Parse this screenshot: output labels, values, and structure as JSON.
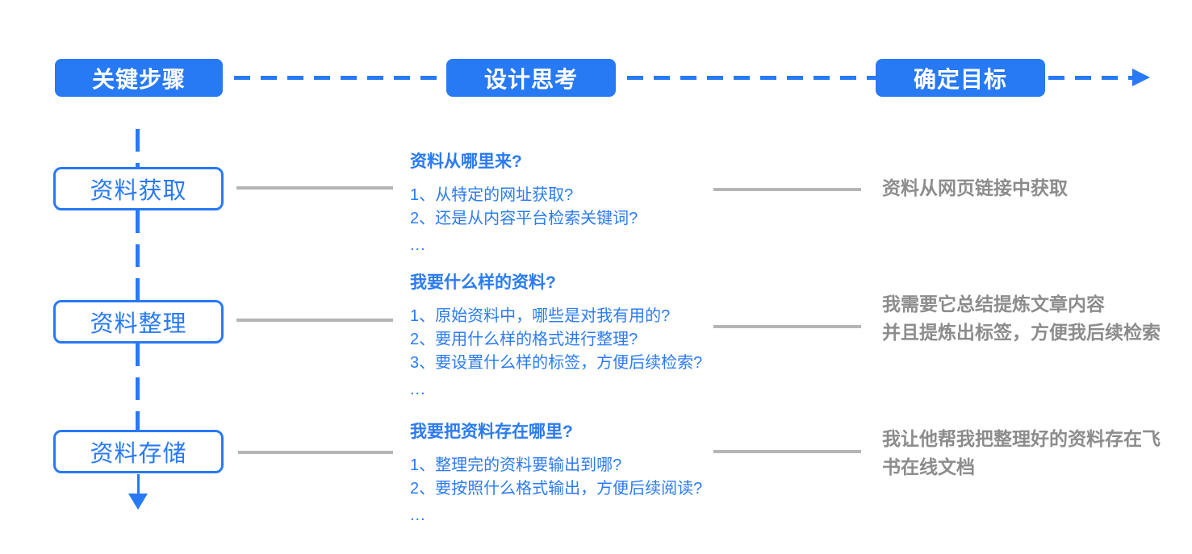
{
  "colors": {
    "accent_blue": "#2879F4",
    "connector_gray": "#B5B5B5",
    "goal_text_gray": "#8C8C8C",
    "background": "#FFFFFF"
  },
  "header": {
    "columns": [
      "关键步骤",
      "设计思考",
      "确定目标"
    ]
  },
  "rows": [
    {
      "step": "资料获取",
      "thinking": {
        "title": "资料从哪里来?",
        "items": [
          "1、从特定的网址获取?",
          "2、还是从内容平台检索关键词?"
        ],
        "ellipsis": "..."
      },
      "goal_lines": [
        "资料从网页链接中获取"
      ]
    },
    {
      "step": "资料整理",
      "thinking": {
        "title": "我要什么样的资料?",
        "items": [
          "1、原始资料中，哪些是对我有用的?",
          "2、要用什么样的格式进行整理?",
          "3、要设置什么样的标签，方便后续检索?"
        ],
        "ellipsis": "..."
      },
      "goal_lines": [
        "我需要它总结提炼文章内容",
        "并且提炼出标签，方便我后续检索"
      ]
    },
    {
      "step": "资料存储",
      "thinking": {
        "title": "我要把资料存在哪里?",
        "items": [
          "1、整理完的资料要输出到哪?",
          "2、要按照什么格式输出，方便后续阅读?"
        ],
        "ellipsis": "..."
      },
      "goal_lines": [
        "我让他帮我把整理好的资料存在飞",
        "书在线文档"
      ]
    }
  ]
}
